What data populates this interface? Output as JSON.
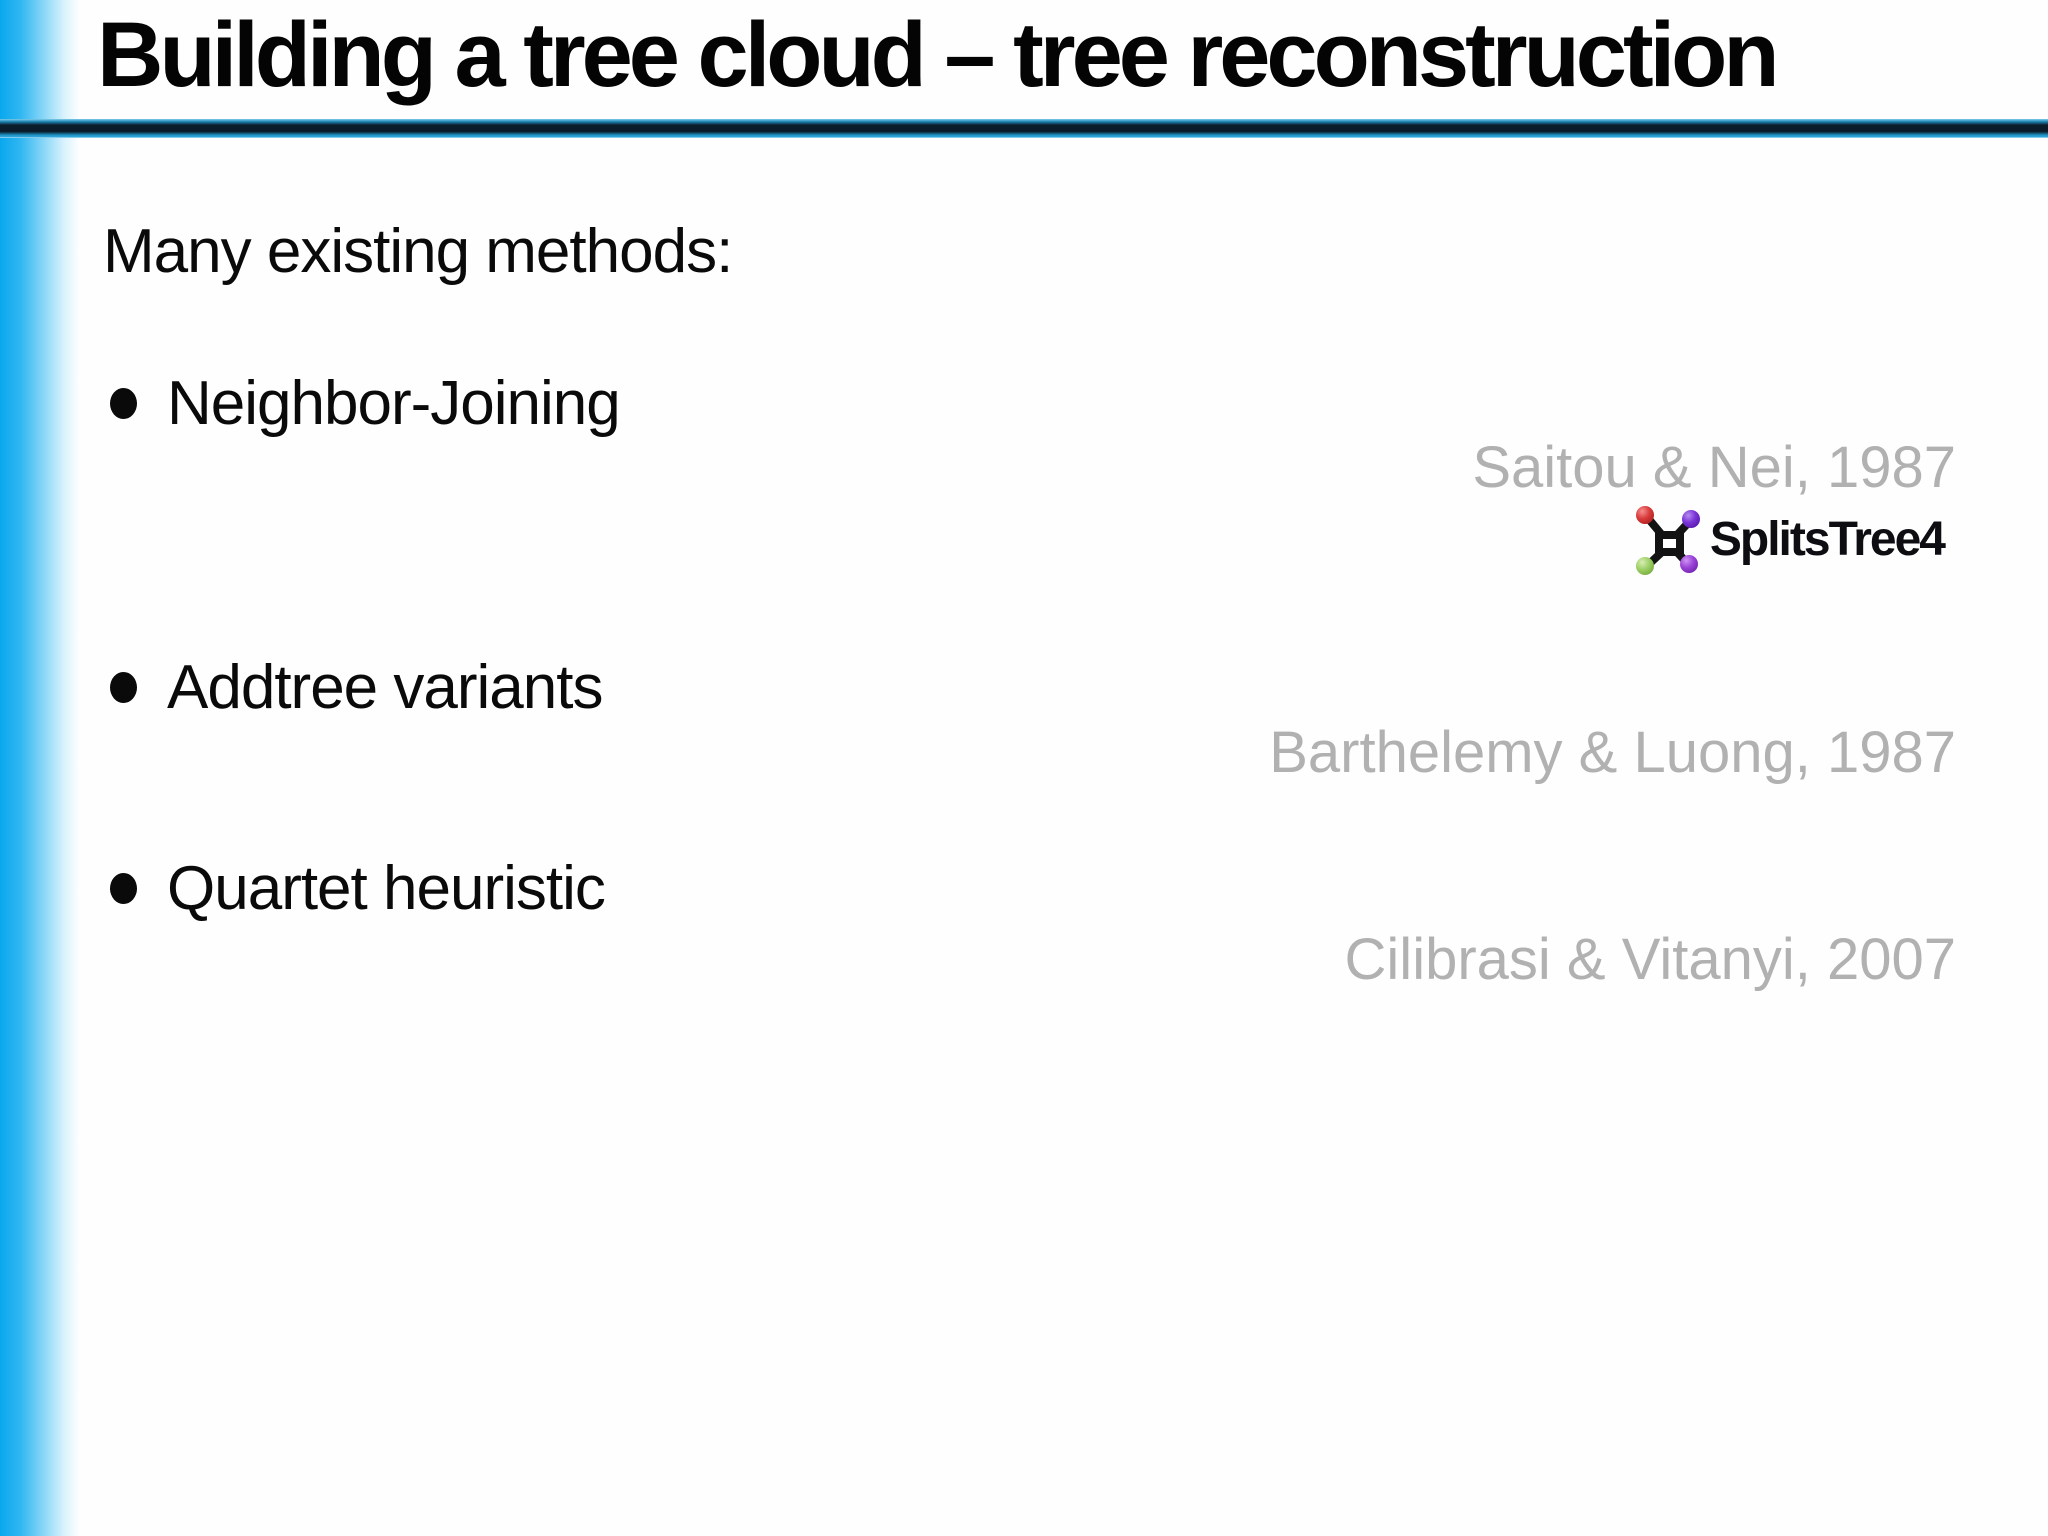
{
  "slide": {
    "title": "Building a tree cloud – tree reconstruction",
    "intro": "Many existing methods:",
    "bullets": [
      {
        "label": "Neighbor-Joining",
        "citation": "Saitou & Nei, 1987"
      },
      {
        "label": "Addtree variants",
        "citation": "Barthelemy & Luong, 1987"
      },
      {
        "label": "Quartet heuristic",
        "citation": "Cilibrasi & Vitanyi, 2007"
      }
    ],
    "logo": {
      "label": "SplitsTree4"
    },
    "colors": {
      "accent_stripe": "#0aa7ee",
      "separator_dark": "#0b1d2b",
      "separator_blue": "#2fa8dc",
      "citation_gray": "#b1b1b1",
      "ball_red": "#cc2a2a",
      "ball_purple_top": "#7a2fd6",
      "ball_green": "#9ccf66",
      "ball_purple_bottom": "#9b44d8"
    }
  }
}
